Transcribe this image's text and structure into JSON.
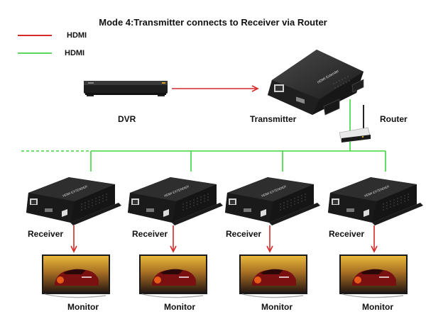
{
  "title": "Mode 4:Transmitter connects to Receiver via Router",
  "legend": [
    {
      "label": "HDMI",
      "color": "#d42a2a"
    },
    {
      "label": "HDMI",
      "color": "#4cd64c"
    }
  ],
  "colors": {
    "red_line": "#d42a2a",
    "green_line": "#3fd63f"
  },
  "nodes": {
    "dvr": {
      "label": "DVR"
    },
    "transmitter": {
      "label": "Transmitter",
      "device_text": "HDMI Extender"
    },
    "router": {
      "label": "Router"
    }
  },
  "receivers": [
    {
      "label": "Receiver",
      "device_text": "HDMI EXTENDER"
    },
    {
      "label": "Receiver",
      "device_text": "HDMI EXTENDER"
    },
    {
      "label": "Receiver",
      "device_text": "HDMI EXTENDER"
    },
    {
      "label": "Receiver",
      "device_text": "HDMI EXTENDER"
    }
  ],
  "monitors": [
    {
      "label": "Monitor"
    },
    {
      "label": "Monitor"
    },
    {
      "label": "Monitor"
    },
    {
      "label": "Monitor"
    }
  ]
}
